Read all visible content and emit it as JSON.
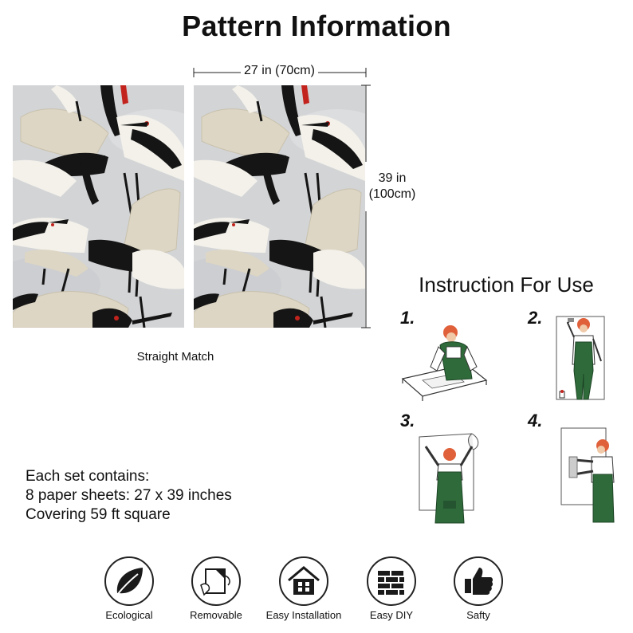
{
  "title": "Pattern Information",
  "dimensions": {
    "width": "27 in (70cm)",
    "height_line1": "39 in",
    "height_line2": "(100cm)"
  },
  "caption": "Straight Match",
  "instructions": {
    "title": "Instruction For Use",
    "steps": [
      "1.",
      "2.",
      "3.",
      "4."
    ]
  },
  "set_info": {
    "line1": "Each set contains:",
    "line2": "8 paper sheets: 27 x 39 inches",
    "line3": "Covering 59 ft square"
  },
  "features": [
    {
      "label": "Ecological",
      "icon": "leaf-icon"
    },
    {
      "label": "Removable",
      "icon": "peel-sheet-icon"
    },
    {
      "label": "Easy Installation",
      "icon": "house-icon"
    },
    {
      "label": "Easy DIY",
      "icon": "brick-wall-icon"
    },
    {
      "label": "Safty",
      "icon": "thumbs-up-icon"
    }
  ],
  "colors": {
    "pattern_background": "#d3d4d6",
    "crane_body": "#f3f1ea",
    "crane_wing_beige": "#ddd6c4",
    "crane_black": "#151515",
    "crane_red": "#c2241d",
    "worker_hair": "#e0603a",
    "worker_overalls": "#2f6b3a"
  }
}
